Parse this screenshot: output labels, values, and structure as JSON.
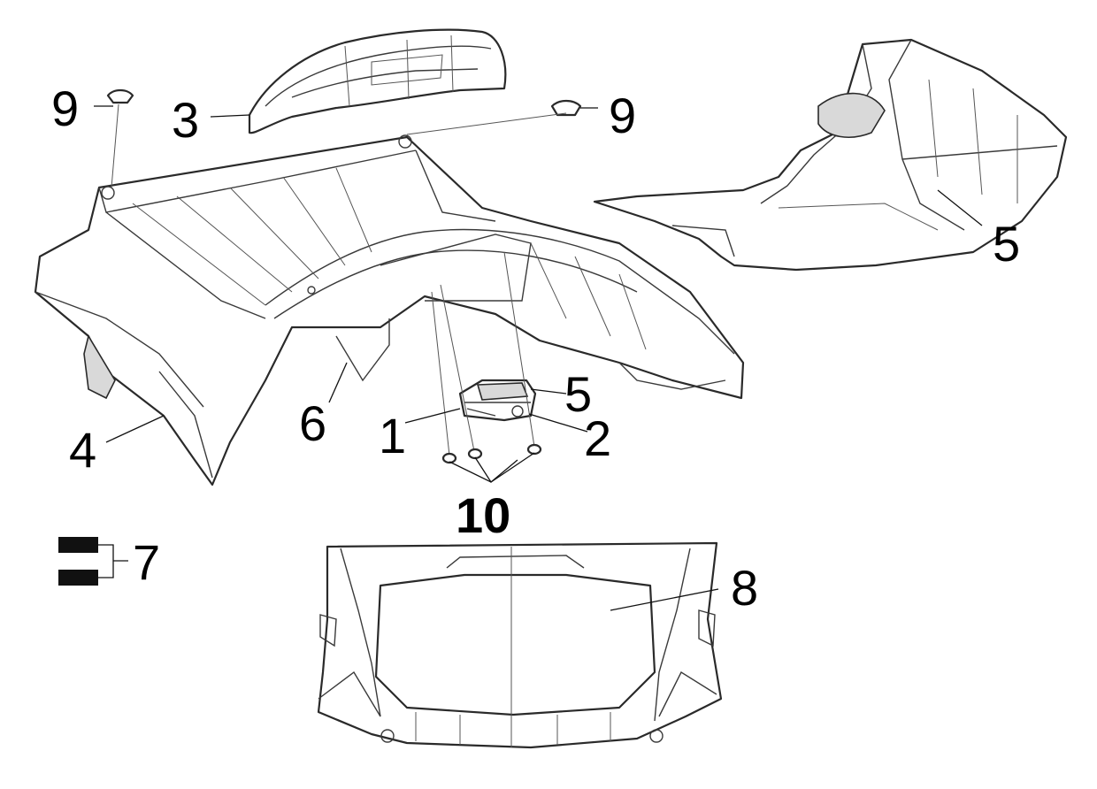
{
  "labels": {
    "p1": "1",
    "p2": "2",
    "p3": "3",
    "p4": "4",
    "p5a": "5",
    "p5b": "5",
    "p6": "6",
    "p7": "7",
    "p8": "8",
    "p9a": "9",
    "p9b": "9",
    "p10": "10"
  }
}
